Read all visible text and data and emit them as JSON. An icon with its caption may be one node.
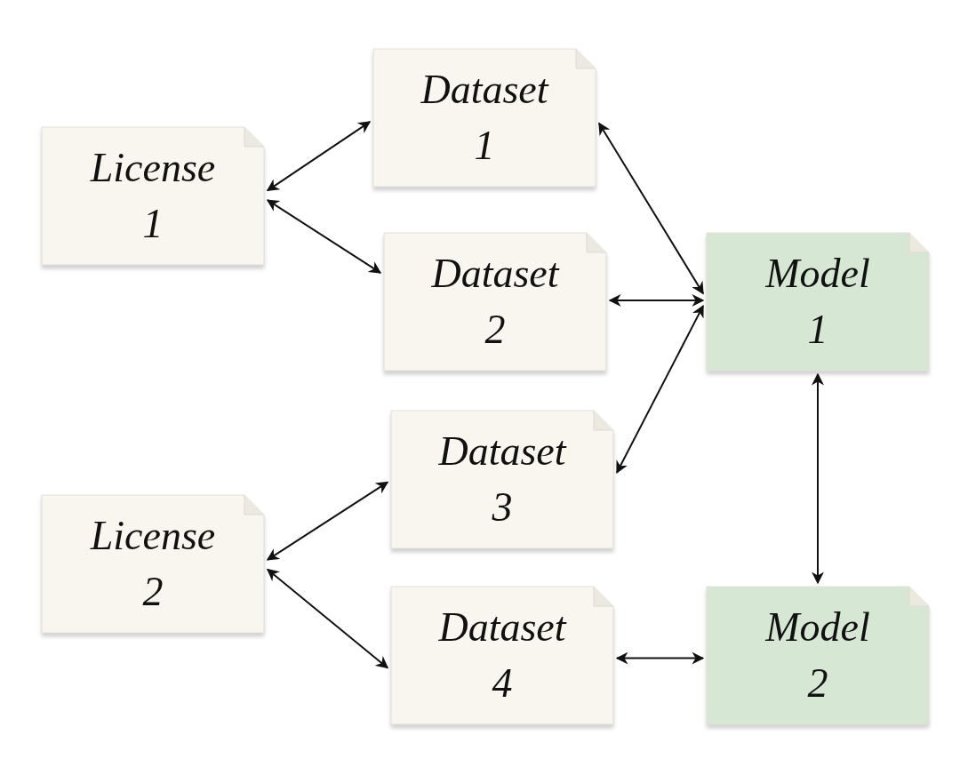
{
  "diagram": {
    "nodes": [
      {
        "text": [
          "Dataset 1"
        ]
      },
      {
        "text": [
          "License 1"
        ]
      },
      {
        "text": [
          "Dataset 2"
        ]
      },
      {
        "text": [
          "Model 1"
        ]
      },
      {
        "text": [
          "Dataset 3"
        ]
      },
      {
        "text": [
          "License 2"
        ]
      },
      {
        "text": [
          "Dataset 4"
        ]
      },
      {
        "text": [
          "Model 2"
        ]
      }
    ],
    "edges": [
      {
        "from": 1,
        "to": 0,
        "arrow": "both"
      },
      {
        "from": 1,
        "to": 2,
        "arrow": "both"
      },
      {
        "from": 0,
        "to": 3,
        "arrow": "both"
      },
      {
        "from": 2,
        "to": 3,
        "arrow": "both"
      },
      {
        "from": 3,
        "to": 4,
        "arrow": "both"
      },
      {
        "from": 5,
        "to": 4,
        "arrow": "both"
      },
      {
        "from": 5,
        "to": 6,
        "arrow": "both"
      },
      {
        "from": 3,
        "to": 7,
        "arrow": "both"
      },
      {
        "from": 6,
        "to": 7,
        "arrow": "both"
      }
    ]
  }
}
